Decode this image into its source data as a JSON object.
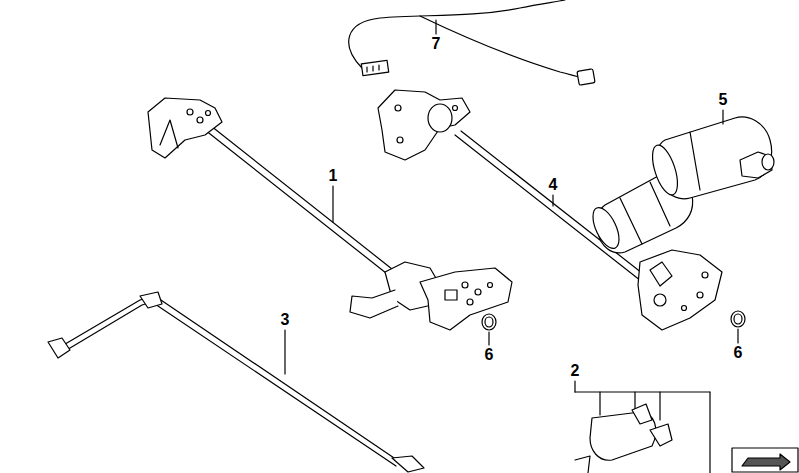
{
  "diagram": {
    "labels": [
      "7",
      "5",
      "1",
      "4",
      "3",
      "6",
      "6",
      "2"
    ]
  }
}
